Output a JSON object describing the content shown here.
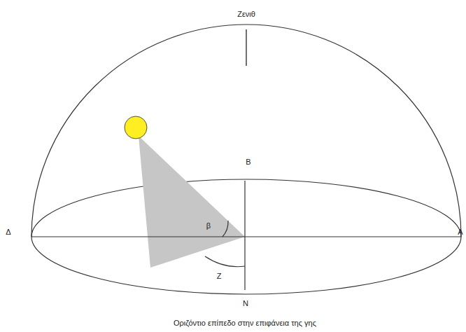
{
  "diagram": {
    "caption": "Οριζόντιο επίπεδο στην επιφάνεια της γης",
    "labels": [
      "Ζενιθ",
      "Β",
      "β",
      "Δ",
      "Α",
      "Ζ",
      "Ν"
    ]
  }
}
